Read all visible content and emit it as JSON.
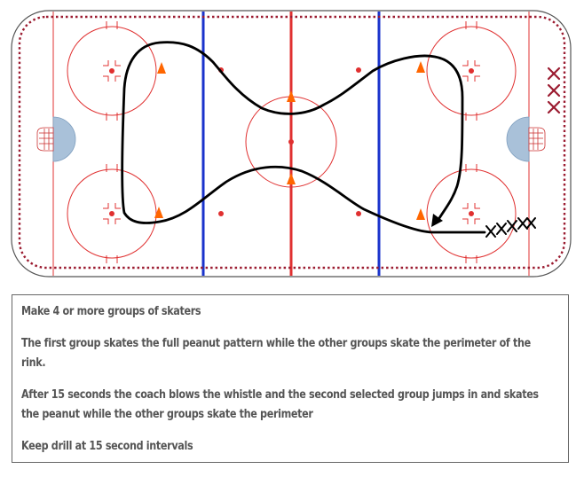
{
  "diagram": {
    "colors": {
      "board": "#555555",
      "red_line": "#e03030",
      "blue_line": "#1a33cc",
      "perimeter": "#9b1b30",
      "pattern": "#000000",
      "cone": "#ff6600",
      "crease": "#a9c1d9"
    },
    "symbols": {
      "skater_marker": "X",
      "cone": "cone-icon",
      "whistle_group_arrow": "arrow-icon"
    }
  },
  "instructions": {
    "line1": "Make 4 or more groups of skaters",
    "line2": "The first group skates the full peanut pattern while the other groups skate the perimeter of the rink.",
    "line3": "After 15 seconds the coach blows the whistle and the second selected group jumps in and skates the peanut while the other groups skate the perimeter",
    "line4": "Keep drill at 15 second intervals"
  }
}
